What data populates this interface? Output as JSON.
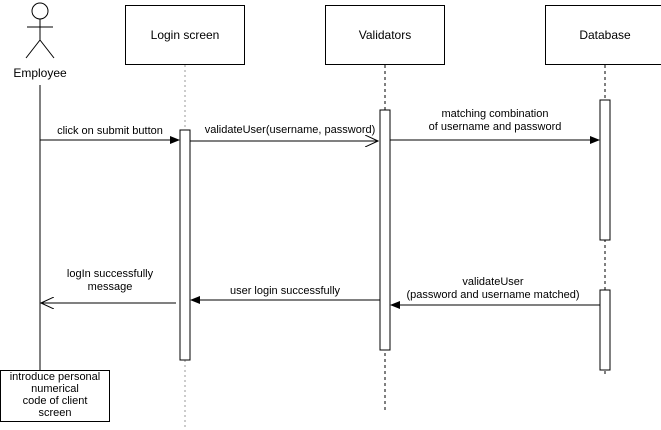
{
  "actor": {
    "name": "Employee"
  },
  "participants": [
    {
      "label": "Login screen"
    },
    {
      "label": "Validators"
    },
    {
      "label": "Database"
    }
  ],
  "messages": [
    {
      "label": "click on submit button"
    },
    {
      "label": "validateUser(username, password)"
    },
    {
      "label_line1": "matching combination",
      "label_line2": "of username and password"
    },
    {
      "label_line1": "validateUser",
      "label_line2": "(password and username matched)"
    },
    {
      "label": "user login successfully"
    },
    {
      "label_line1": "logIn successfully",
      "label_line2": "message"
    }
  ],
  "note": {
    "line1": "introduce personal",
    "line2": "numerical",
    "line3": "code of client",
    "line4": "screen"
  }
}
